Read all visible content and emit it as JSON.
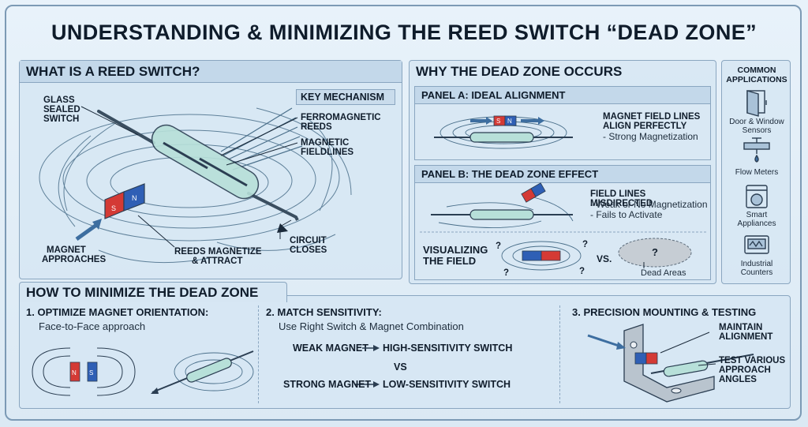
{
  "title": "UNDERSTANDING & MINIMIZING THE REED SWITCH “DEAD ZONE”",
  "what": {
    "heading": "WHAT IS A REED SWITCH?",
    "glass": [
      "GLASS",
      "SEALED",
      "SWITCH"
    ],
    "key_heading": "KEY MECHANISM",
    "ferro": [
      "FERROMAGNETIC",
      "REEDS"
    ],
    "fieldlines": [
      "MAGNETIC",
      "FIELDLINES"
    ],
    "magnet": [
      "MAGNET",
      "APPROACHES"
    ],
    "reeds": [
      "REEDS MAGNETIZE",
      "& ATTRACT"
    ],
    "circuit": [
      "CIRCUIT",
      "CLOSES"
    ],
    "pole_s": "S",
    "pole_n": "N"
  },
  "why": {
    "heading": "WHY THE DEAD ZONE OCCURS",
    "panel_a": {
      "heading": "PANEL A: IDEAL ALIGNMENT",
      "line1": "MAGNET FIELD LINES",
      "line2": "ALIGN PERFECTLY",
      "line3": "- Strong Magnetization",
      "pole_s": "S",
      "pole_n": "N"
    },
    "panel_b": {
      "heading": "PANEL B: THE DEAD ZONE EFFECT",
      "line1": "FIELD LINES MISDIRECTED",
      "line2": "- Weak or No Magnetization",
      "line3": "- Fails to Activate",
      "vis1": "VISUALIZING",
      "vis2": "THE FIELD",
      "vs": "VS.",
      "dead": "Dead Areas",
      "q": "?"
    }
  },
  "apps": {
    "heading": [
      "COMMON",
      "APPLICATIONS"
    ],
    "items": [
      {
        "icon": "door-icon",
        "label": [
          "Door & Window",
          "Sensors"
        ]
      },
      {
        "icon": "faucet-icon",
        "label": [
          "Flow Meters"
        ]
      },
      {
        "icon": "washer-icon",
        "label": [
          "Smart",
          "Appliances"
        ]
      },
      {
        "icon": "counter-icon",
        "label": [
          "Industrial",
          "Counters"
        ]
      }
    ]
  },
  "how": {
    "heading": "HOW TO MINIMIZE THE DEAD ZONE",
    "s1_title": "1. OPTIMIZE MAGNET ORIENTATION:",
    "s1_sub": "Face-to-Face approach",
    "s1_n": "N",
    "s1_s": "S",
    "s2_title": "2. MATCH SENSITIVITY:",
    "s2_sub": "Use Right Switch & Magnet Combination",
    "weak": "WEAK MAGNET",
    "high": "HIGH-SENSITIVITY SWITCH",
    "vs": "VS",
    "strong": "STRONG MAGNET",
    "low": "LOW-SENSITIVITY SWITCH",
    "s3_title": "3. PRECISION MOUNTING & TESTING",
    "maintain": [
      "MAINTAIN",
      "ALIGNMENT"
    ],
    "test": [
      "TEST VARIOUS",
      "APPROACH",
      "ANGLES"
    ]
  },
  "colors": {
    "north": "#d43a35",
    "south": "#2f5fb5",
    "glass": "#a9d6cf",
    "line": "#2b3e52"
  }
}
